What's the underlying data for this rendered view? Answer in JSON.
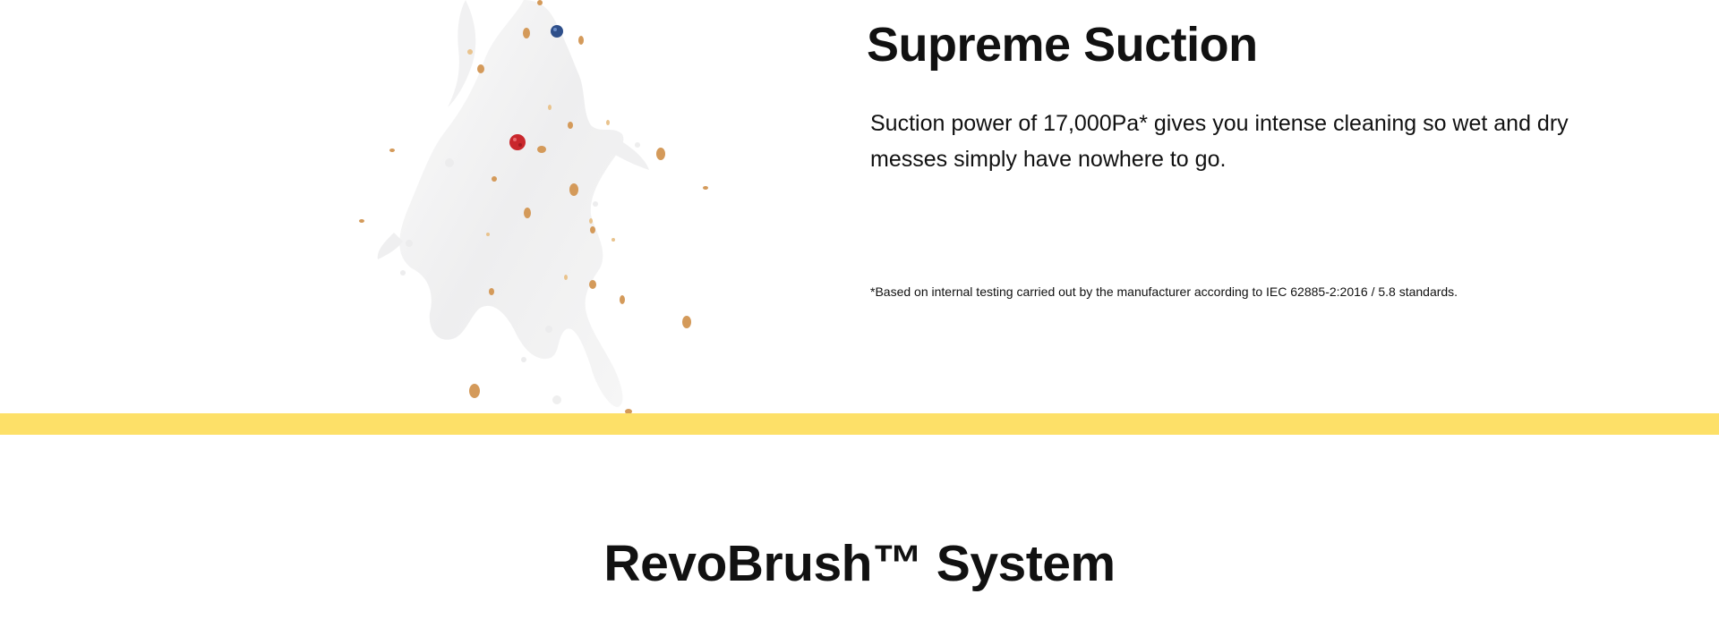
{
  "feature": {
    "title": "Supreme Suction",
    "body": "Suction power of 17,000Pa* gives you intense cleaning so wet and dry messes simply have nowhere to go.",
    "footnote": "*Based on internal testing carried out by the manufacturer according to IEC 62885-2:2016 / 5.8 standards.",
    "image": "milk-splash-with-berries-and-granola"
  },
  "divider": {
    "color": "#fde068"
  },
  "next_section": {
    "title": "RevoBrush™ System"
  }
}
